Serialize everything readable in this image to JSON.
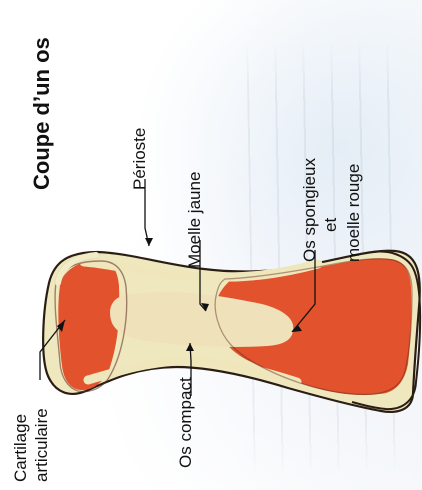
{
  "title": "Coupe d’un os",
  "labels": {
    "periosteum": "Périoste",
    "yellow_marrow": "Moelle jaune",
    "spongy_bone_line1": "Os spongieux",
    "spongy_bone_line2": "et",
    "spongy_bone_line3": "moelle rouge",
    "compact_bone": "Os compact",
    "cartilage_line1": "Cartilage",
    "cartilage_line2": "articulaire"
  },
  "colors": {
    "bone_outer": "#efe8bf",
    "bone_red": "#e2532d",
    "yellow_marrow": "#efe2bb",
    "outline": "#2a1d14",
    "line": "#111111"
  }
}
